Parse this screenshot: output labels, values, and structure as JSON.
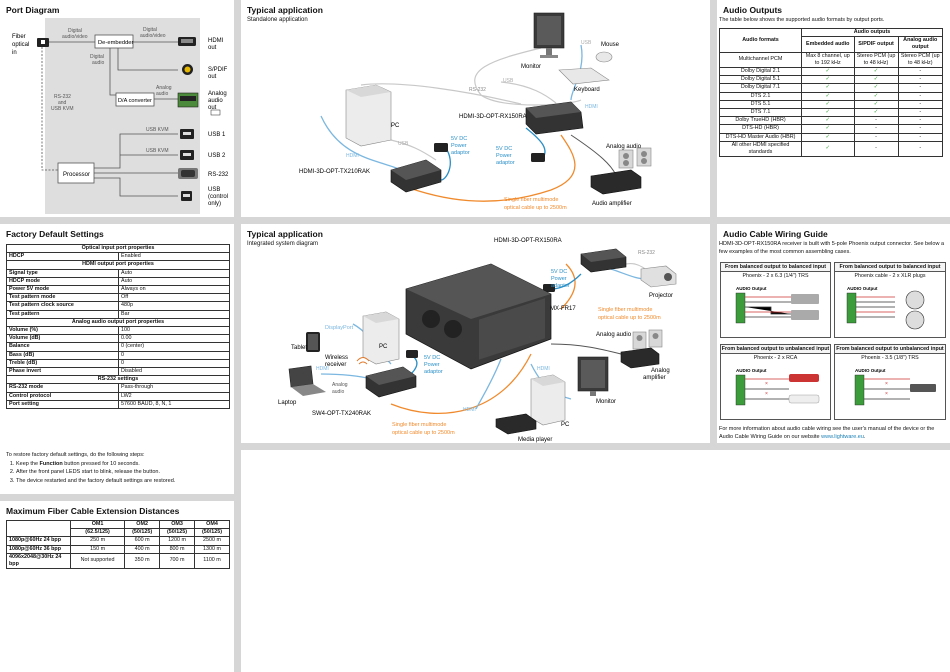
{
  "port_diagram": {
    "title": "Port Diagram",
    "labels": {
      "fiber": [
        "Fiber",
        "optical",
        "in"
      ],
      "digital_av": [
        "Digital",
        "audio/video"
      ],
      "digital_av2": [
        "Digital",
        "audio/video"
      ],
      "deembedder": "De-embedder",
      "digital_audio": [
        "Digital",
        "audio"
      ],
      "analog_audio": [
        "Analog",
        "audio"
      ],
      "da_converter": "D/A converter",
      "rs232_usb": [
        "RS-232",
        "and",
        "USB KVM"
      ],
      "usb_kvm_1": "USB KVM",
      "usb_kvm_2": "USB KVM",
      "processor": "Processor",
      "out_hdmi": [
        "HDMI",
        "out"
      ],
      "out_spdif": [
        "S/PDIF",
        "out"
      ],
      "out_analog": [
        "Analog",
        "audio",
        "out"
      ],
      "out_usb1": "USB 1",
      "out_usb2": "USB 2",
      "out_rs232": "RS-232",
      "out_usb_ctrl": [
        "USB",
        "(control",
        "only)"
      ]
    }
  },
  "typical_standalone": {
    "title": "Typical application",
    "subtitle": "Standalone application",
    "labels": {
      "monitor": "Monitor",
      "mouse": "Mouse",
      "keyboard": "Keyboard",
      "usb_top": "USB",
      "usb_mid": "USB",
      "rs232": "RS-232",
      "hdmi_rx": "HDMI",
      "pc": "PC",
      "rx_name": "HDMI-3D-OPT-RX150RA",
      "power_rx": [
        "5V DC",
        "Power",
        "adaptor"
      ],
      "power_tx": [
        "5V DC",
        "Power",
        "adaptor"
      ],
      "usb_pc": "USB",
      "hdmi_pc": "HDMI",
      "tx_name": "HDMI-3D-OPT-TX210RAK",
      "analog_audio": "Analog audio",
      "audio_amp": "Audio amplifier",
      "fiber": [
        "Single fiber multimode",
        "optical cable up to 2500m"
      ]
    }
  },
  "audio_outputs": {
    "title": "Audio Outputs",
    "intro": "The table below shows the supported audio formats by output ports.",
    "group_header": "Audio outputs",
    "col_formats": "Audio formats",
    "cols": [
      "Embedded audio",
      "S/PDIF output",
      "Analog audio output"
    ],
    "rows": [
      {
        "name": "Multichannel PCM",
        "v": [
          "Max 8 channel, up to 192 kHz",
          "Stereo PCM (up to 48 kHz)",
          "Stereo PCM (up to 48 kHz)"
        ]
      },
      {
        "name": "Dolby Digital 2.1",
        "v": [
          "✓",
          "✓",
          "-"
        ]
      },
      {
        "name": "Dolby Digital 5.1",
        "v": [
          "✓",
          "✓",
          "-"
        ]
      },
      {
        "name": "Dolby Digital 7.1",
        "v": [
          "✓",
          "✓",
          "-"
        ]
      },
      {
        "name": "DTS 2.1",
        "v": [
          "✓",
          "✓",
          "-"
        ]
      },
      {
        "name": "DTS 5.1",
        "v": [
          "✓",
          "✓",
          "-"
        ]
      },
      {
        "name": "DTS 7.1",
        "v": [
          "✓",
          "✓",
          "-"
        ]
      },
      {
        "name": "Dolby TrueHD (HBR)",
        "v": [
          "✓",
          "-",
          "-"
        ]
      },
      {
        "name": "DTS-HD (HBR)",
        "v": [
          "✓",
          "-",
          "-"
        ]
      },
      {
        "name": "DTS-HD Master Audio (HBR)",
        "v": [
          "✓",
          "-",
          "-"
        ]
      },
      {
        "name": "All other HDMI specified standards",
        "v": [
          "✓",
          "-",
          "-"
        ]
      }
    ]
  },
  "factory_defaults": {
    "title": "Factory Default Settings",
    "sections": [
      {
        "header": "Optical input port properties",
        "rows": [
          [
            "HDCP",
            "Enabled"
          ]
        ]
      },
      {
        "header": "HDMI output port properties",
        "rows": [
          [
            "Signal type",
            "Auto"
          ],
          [
            "HDCP mode",
            "Auto"
          ],
          [
            "Power 5V mode",
            "Always on"
          ],
          [
            "Test pattern mode",
            "Off"
          ],
          [
            "Test pattern clock source",
            "480p"
          ],
          [
            "Test pattern",
            "Bar"
          ]
        ]
      },
      {
        "header": "Analog audio output port properties",
        "rows": [
          [
            "Volume (%)",
            "100"
          ],
          [
            "Volume (dB)",
            "0.00"
          ],
          [
            "Balance",
            "0 (center)"
          ],
          [
            "Bass (dB)",
            "0"
          ],
          [
            "Treble (dB)",
            "0"
          ],
          [
            "Phase invert",
            "Disabled"
          ]
        ]
      },
      {
        "header": "RS-232 settings",
        "rows": [
          [
            "RS-232 mode",
            "Pass-through"
          ],
          [
            "Control protocol",
            "LW2"
          ],
          [
            "Port setting",
            "57600 BAUD, 8, N, 1"
          ]
        ]
      }
    ],
    "restore_intro": "To restore factory default settings, do the following steps:",
    "steps": [
      {
        "a": "Keep the ",
        "b": "Function",
        "c": " button pressed for 10 seconds."
      },
      {
        "a": "After the front panel LEDS start to blink, release the button.",
        "b": "",
        "c": ""
      },
      {
        "a": "The device restarted and the factory default settings are restored.",
        "b": "",
        "c": ""
      }
    ]
  },
  "fiber_distances": {
    "title": "Maximum Fiber Cable Extension Distances",
    "cols": [
      "OM1",
      "OM2",
      "OM3",
      "OM4"
    ],
    "subcols": [
      "(62.5/125)",
      "(50/125)",
      "(50/125)",
      "(50/125)"
    ],
    "rows": [
      {
        "name": "1080p@60Hz 24 bpp",
        "v": [
          "250 m",
          "600 m",
          "1200 m",
          "2500 m"
        ]
      },
      {
        "name": "1080p@60Hz 36 bpp",
        "v": [
          "150 m",
          "400 m",
          "800 m",
          "1300 m"
        ]
      },
      {
        "name": "4096x2048@30Hz 24 bpp",
        "v": [
          "Not supported",
          "350 m",
          "700 m",
          "1100 m"
        ]
      }
    ]
  },
  "typical_integrated": {
    "title": "Typical application",
    "subtitle": "Integrated system diagram",
    "labels": {
      "rx_name": "HDMI-3D-OPT-RX150RA",
      "rs232": "RS-232",
      "power_rx": [
        "5V DC",
        "Power",
        "adaptor"
      ],
      "projector": "Projector",
      "matrix": "MX-FR17",
      "fiber_top": [
        "Single fiber multimode",
        "optical cable up to 2500m"
      ],
      "displayport": "DisplayPort",
      "pc": "PC",
      "tablet": "Tablet",
      "wireless": [
        "Wireless",
        "receiver"
      ],
      "hdmi_a": "HDMI",
      "power_tx": [
        "5V DC",
        "Power",
        "adaptor"
      ],
      "analog_audio_in": [
        "Analog",
        "audio"
      ],
      "laptop": "Laptop",
      "tx_name": "SW4-OPT-TX240RAK",
      "fiber_bottom": [
        "Single fiber multimode",
        "optical cable up to 2500m"
      ],
      "analog_audio": "Analog audio",
      "audio_amp": [
        "Analog",
        "amplifier"
      ],
      "hdmi_b": "HDMI",
      "monitor": "Monitor",
      "hdmi_c": "HDMI",
      "pc2": "PC",
      "media_player": "Media player"
    }
  },
  "audio_wiring": {
    "title": "Audio Cable Wiring Guide",
    "intro": "HDMI-3D-OPT-RX150RA receiver is built with 5-pole Phoenix output connector. See below a few examples of the most common assembling cases.",
    "boxes": [
      {
        "header": "From balanced output to balanced input",
        "sub": "Phoenix - 2 x 6.3 (1/4\") TRS",
        "label": "AUDIO Output"
      },
      {
        "header": "From balanced output to balanced input",
        "sub": "Phoenix cable - 2 x XLR plugs",
        "label": "AUDIO Output"
      },
      {
        "header": "From balanced output to unbalanced input",
        "sub": "Phoenix - 2 x RCA",
        "label": "AUDIO Output"
      },
      {
        "header": "From balanced output to unbalanced input",
        "sub": "Phoenix - 3.5 (1/8\") TRS",
        "label": "AUDIO Output"
      }
    ],
    "more_info": "For more information about audio cable wiring see the user's manual of the device or the Audio Cable Wiring Guide on our website",
    "website": "www.lightware.eu",
    "period": "."
  },
  "colors": {
    "usb": "#bcbcbc",
    "hdmi": "#7bb7e0",
    "fiber": "#f08a2c",
    "power": "#2a8fc7",
    "check": "#2f9e2f",
    "link": "#1a7fb5"
  }
}
